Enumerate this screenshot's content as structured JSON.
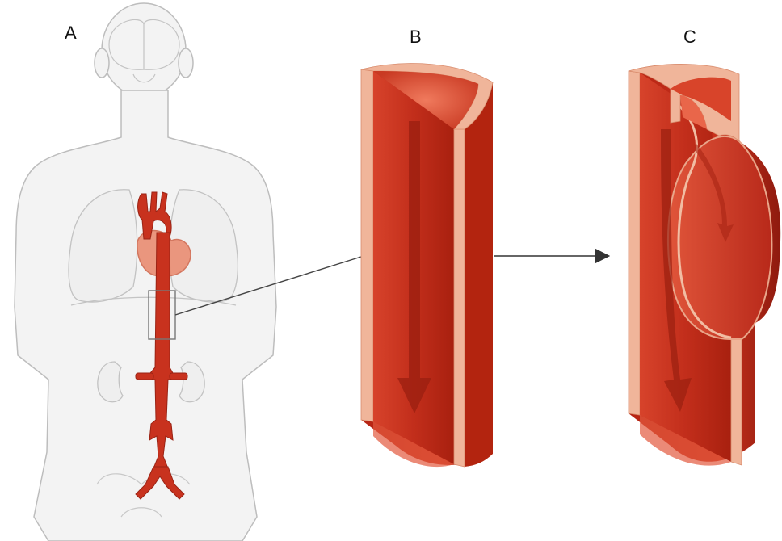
{
  "labels": {
    "a": "A",
    "b": "B",
    "c": "C"
  },
  "colors": {
    "artery": "#c8321e",
    "artery_dark": "#8e1a10",
    "artery_light": "#e9644a",
    "wall": "#f0b59a",
    "body_outline": "#b8b8b8",
    "body_fill": "#f4f4f4",
    "heart": "#e98a6e",
    "arrow": "#333333"
  },
  "icons": {
    "body": "human-torso-outline",
    "aorta": "aorta-vessel",
    "normal_segment": "normal-aorta-segment",
    "dissected_segment": "aortic-dissection-segment"
  }
}
